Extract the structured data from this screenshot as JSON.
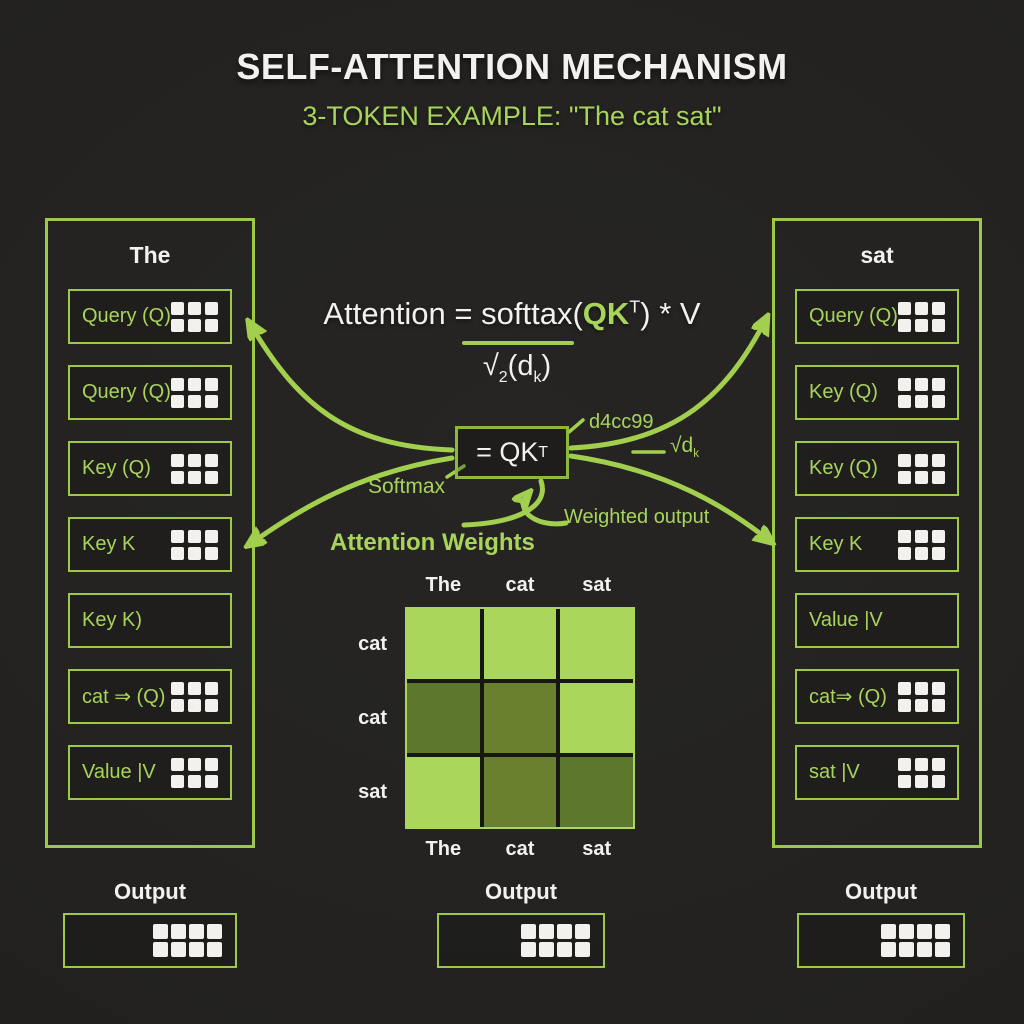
{
  "title": "SELF-ATTENTION MECHANISM",
  "subtitle": "3-TOKEN EXAMPLE: \"The cat sat\"",
  "colors": {
    "background": "#232220",
    "accent_text": "#a8d45c",
    "border_green": "#9cc94a",
    "curve_green": "#a2cf4e",
    "center_box_border": "#8db83e",
    "white": "#f2f1ee",
    "matrix_light": "#a9d65b",
    "matrix_dark": "#5d782c",
    "matrix_dark_alt": "#69812f"
  },
  "columns": [
    {
      "side": "left",
      "token": "The",
      "rows": [
        {
          "label": "Query (Q)",
          "grid": true
        },
        {
          "label": "Query (Q)",
          "grid": true
        },
        {
          "label": "Key (Q)",
          "grid": true
        },
        {
          "label": "Key K",
          "grid": true
        },
        {
          "label": "Key K)",
          "grid": false
        },
        {
          "label": "cat ⇒ (Q)",
          "grid": true
        },
        {
          "label": "Value |V",
          "grid": true
        }
      ]
    },
    {
      "side": "right",
      "token": "sat",
      "rows": [
        {
          "label": "Query (Q)",
          "grid": true
        },
        {
          "label": "Key (Q)",
          "grid": true
        },
        {
          "label": "Key (Q)",
          "grid": true
        },
        {
          "label": "Key K",
          "grid": true
        },
        {
          "label": "Value |V",
          "grid": false
        },
        {
          "label": "cat⇒ (Q)",
          "grid": true
        },
        {
          "label": "sat |V",
          "grid": true
        }
      ]
    }
  ],
  "formula": {
    "lhs": "Attention = ",
    "numerator": "softtax",
    "open": "(",
    "qk": "QK",
    "transpose": "T",
    "rest": ") * V",
    "denominator": {
      "radical": "√",
      "sub_2": "2",
      "mid": "(d",
      "sub_k": "k",
      "close": ")"
    }
  },
  "center_box": {
    "text": "= QK",
    "sup": "T"
  },
  "annotations": {
    "hex_label": "d4cc99",
    "sqrt_dk": {
      "pre": "√d",
      "sub": "k"
    },
    "softmax": "Softmax",
    "weighted_output": "Weighted output",
    "attention_weights": "Attention Weights"
  },
  "matrix": {
    "top_labels": [
      "The",
      "cat",
      "sat"
    ],
    "bottom_labels": [
      "The",
      "cat",
      "sat"
    ],
    "row_labels": [
      "cat",
      "cat",
      "sat"
    ],
    "cells": [
      [
        "light",
        "light",
        "light"
      ],
      [
        "dark",
        "dark_alt",
        "light"
      ],
      [
        "light",
        "dark_alt",
        "dark"
      ]
    ]
  },
  "outputs": {
    "items": [
      {
        "label": "Output"
      },
      {
        "label": "Output"
      },
      {
        "label": "Output"
      }
    ],
    "grid": {
      "cols": 4,
      "rows": 2
    }
  },
  "row_grid": {
    "cols": 3,
    "rows": 2
  }
}
